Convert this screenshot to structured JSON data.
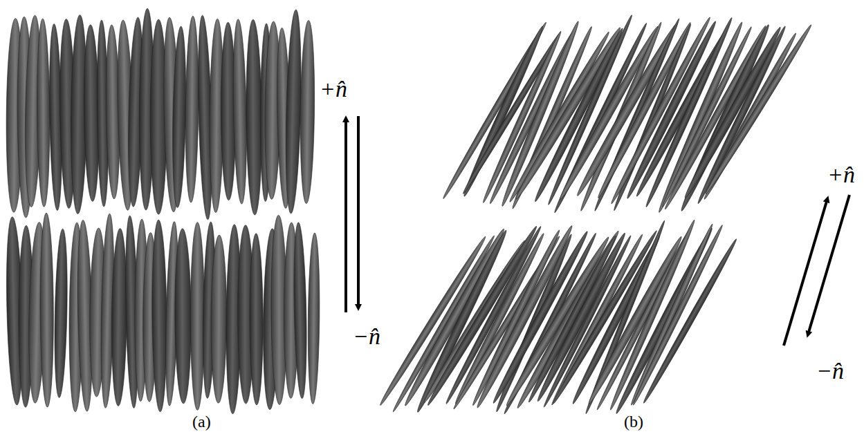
{
  "diagram": {
    "labels": [
      "+n̂",
      "−n̂",
      "(a)",
      "+n̂",
      "−n̂",
      "(b)"
    ]
  }
}
